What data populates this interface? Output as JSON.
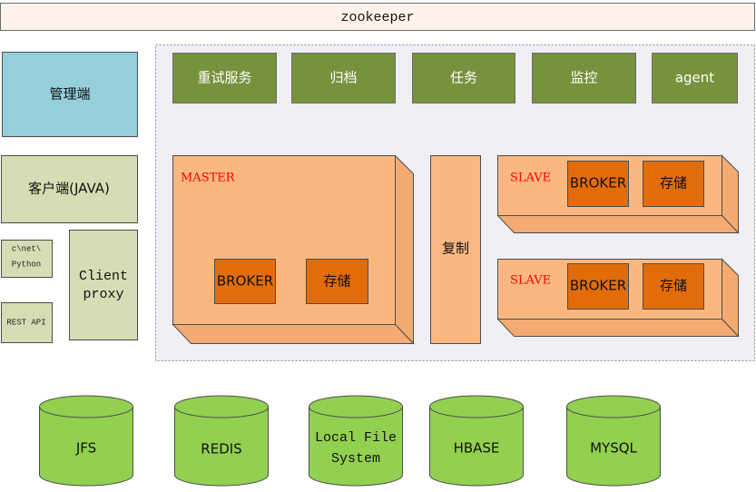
{
  "zookeeper": {
    "label": "zookeeper"
  },
  "left": {
    "admin": "管理端",
    "client_java": "客户端(JAVA)",
    "cnet_python": [
      "c\\net\\",
      "Python"
    ],
    "rest_api": "REST API",
    "client_proxy": [
      "Client",
      "proxy"
    ]
  },
  "services": [
    "重试服务",
    "归档",
    "任务",
    "监控",
    "agent"
  ],
  "master": {
    "label": "MASTER",
    "broker": "BROKER",
    "storage": "存储"
  },
  "replicate": "复制",
  "slaves": [
    {
      "label": "SLAVE",
      "broker": "BROKER",
      "storage": "存储"
    },
    {
      "label": "SLAVE",
      "broker": "BROKER",
      "storage": "存储"
    }
  ],
  "storage_backends": [
    {
      "lines": [
        "JFS"
      ]
    },
    {
      "lines": [
        "REDIS"
      ]
    },
    {
      "lines": [
        "Local File",
        "System"
      ]
    },
    {
      "lines": [
        "HBASE"
      ]
    },
    {
      "lines": [
        "MYSQL"
      ]
    }
  ],
  "colors": {
    "zookeeper_bg": "#fdf3ec",
    "admin_bg": "#95cfdc",
    "client_bg": "#d7dcb4",
    "cluster_bg": "#f0eff6",
    "service_bg": "#76923c",
    "node_bg": "#fab880",
    "node_side": "#f3ab72",
    "inner_bg": "#e36c0a",
    "label_red": "#ff0000",
    "storage_bg": "#92d050"
  }
}
